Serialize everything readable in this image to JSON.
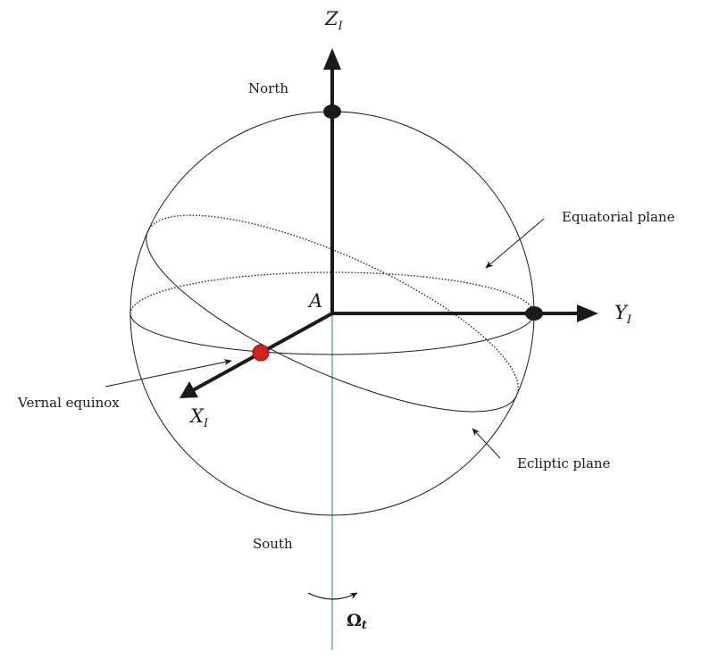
{
  "labels": {
    "north": "North",
    "south": "South",
    "equatorial_plane": "Equatorial plane",
    "ecliptic_plane": "Ecliptic plane",
    "vernal_equinox": "Vernal equinox",
    "origin": "A",
    "rotation_symbol": "Ω",
    "rotation_sub": "t"
  },
  "axes": {
    "z": {
      "letter": "Z",
      "sub": "I"
    },
    "y": {
      "letter": "Y",
      "sub": "I"
    },
    "x": {
      "letter": "X",
      "sub": "I"
    }
  },
  "colors": {
    "line": "#1a1a1a",
    "rotation_axis": "#2a7f8f",
    "vernal_equinox_dot": "#d42020"
  }
}
